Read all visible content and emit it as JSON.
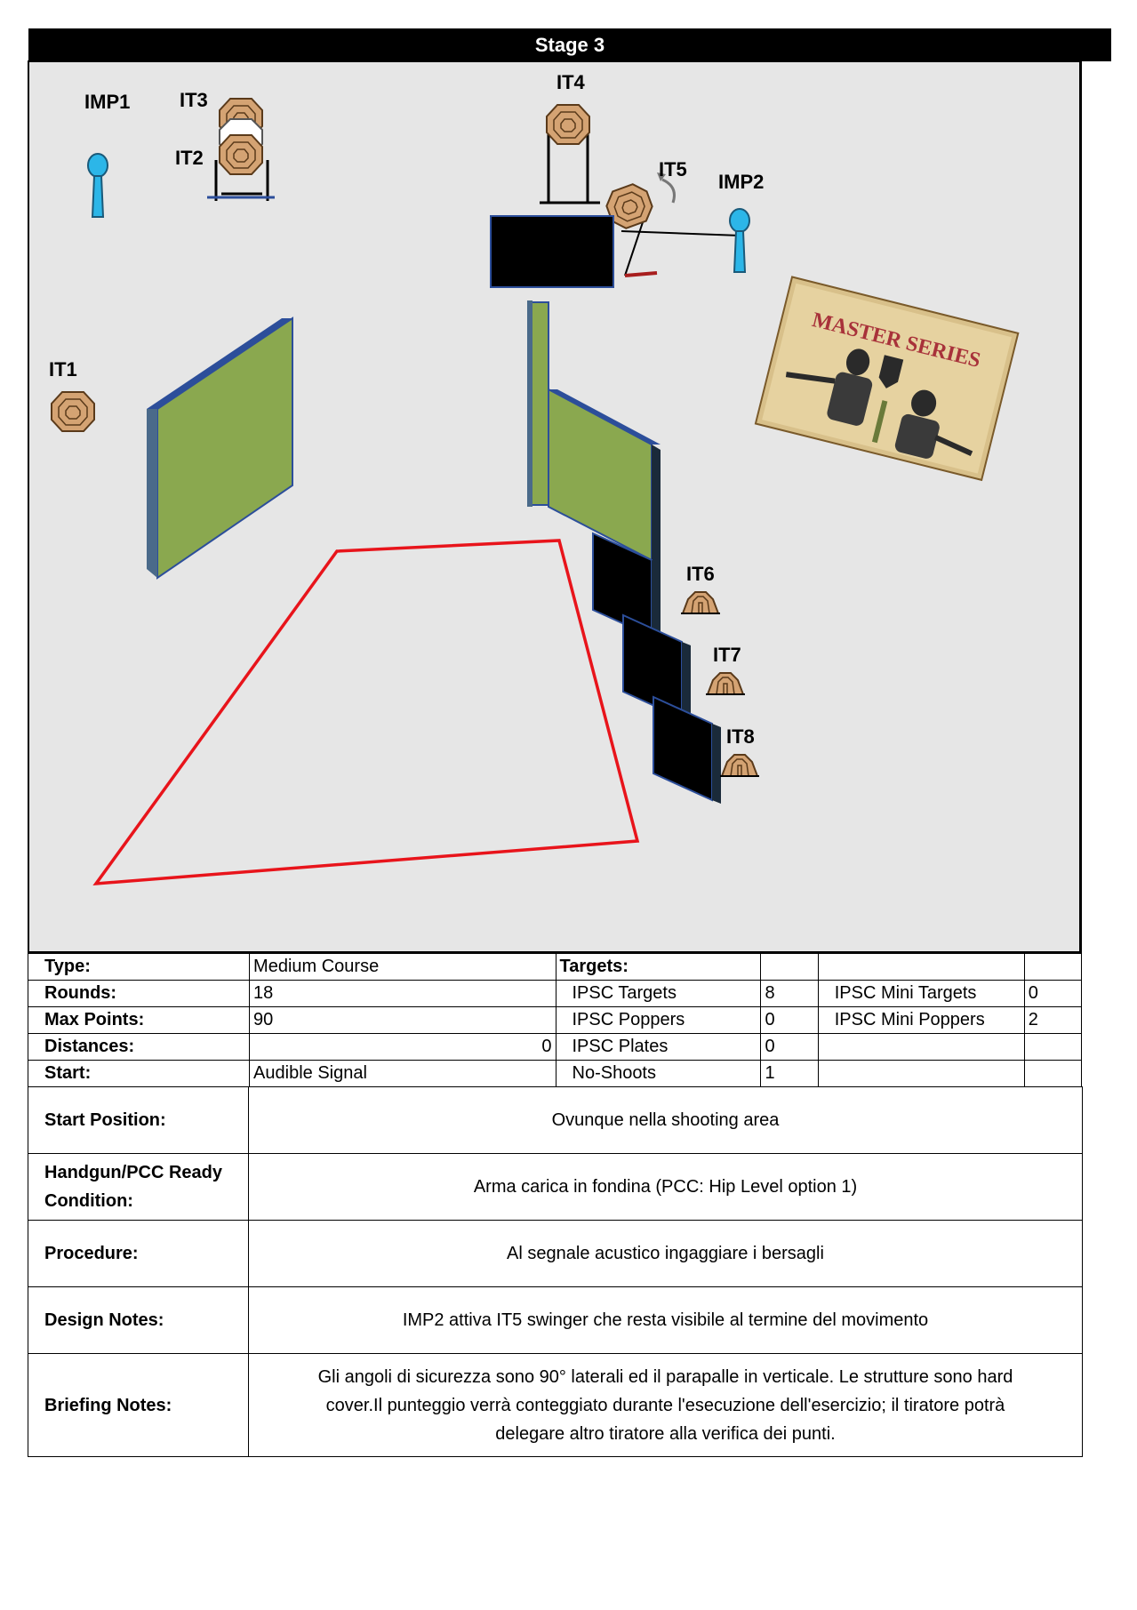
{
  "header": {
    "title": "Stage 3"
  },
  "diagram": {
    "labels": {
      "imp1": "IMP1",
      "it3": "IT3",
      "it2": "IT2",
      "it4": "IT4",
      "it5": "IT5",
      "imp2": "IMP2",
      "it1": "IT1",
      "it6": "IT6",
      "it7": "IT7",
      "it8": "IT8"
    },
    "logo_text": "MASTER SERIES",
    "colors": {
      "background": "#e6e6e6",
      "target": "#d4a373",
      "popper": "#2cb6e8",
      "wall": "#8aa84f",
      "shooting_area": "#e8141b",
      "hard_cover": "#000000"
    }
  },
  "info": {
    "type_label": "Type:",
    "type_value": "Medium Course",
    "targets_label": "Targets:",
    "rounds_label": "Rounds:",
    "rounds_value": "18",
    "maxpoints_label": "Max Points:",
    "maxpoints_value": "90",
    "distances_label": "Distances:",
    "distances_value": "0",
    "start_label": "Start:",
    "start_value": "Audible Signal",
    "ipsc_targets_label": "IPSC Targets",
    "ipsc_targets_value": "8",
    "ipsc_poppers_label": "IPSC Poppers",
    "ipsc_poppers_value": "0",
    "ipsc_plates_label": "IPSC Plates",
    "ipsc_plates_value": "0",
    "no_shoots_label": "No-Shoots",
    "no_shoots_value": "1",
    "mini_targets_label": "IPSC Mini Targets",
    "mini_targets_value": "0",
    "mini_poppers_label": "IPSC Mini Poppers",
    "mini_poppers_value": "2"
  },
  "notes": {
    "start_position_label": "Start Position:",
    "start_position_value": "Ovunque nella shooting area",
    "ready_label_1": "Handgun/PCC Ready",
    "ready_label_2": "Condition:",
    "ready_value": "Arma carica in fondina (PCC: Hip Level option 1)",
    "procedure_label": "Procedure:",
    "procedure_value": "Al segnale acustico ingaggiare i bersagli",
    "design_label": "Design Notes:",
    "design_value": "IMP2  attiva IT5 swinger che resta visibile al termine del movimento",
    "briefing_label": "Briefing Notes:",
    "briefing_value_1": "Gli angoli di sicurezza sono 90° laterali ed il parapalle in verticale. Le strutture sono hard",
    "briefing_value_2": "cover.Il punteggio verrà conteggiato durante l'esecuzione dell'esercizio; il tiratore potrà",
    "briefing_value_3": "delegare altro tiratore alla verifica  dei punti."
  }
}
